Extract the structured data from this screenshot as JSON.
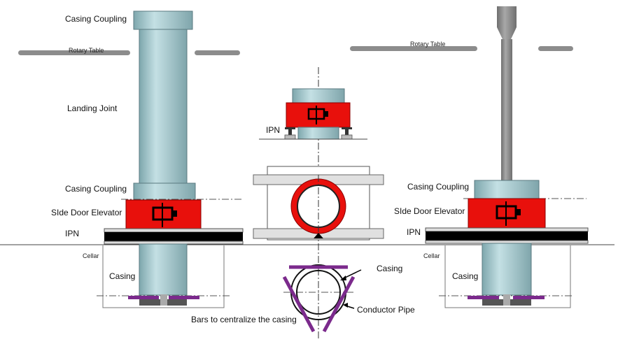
{
  "labels": {
    "casing_coupling_top": "Casing Coupling",
    "rotary_table_left": "Rotary Table",
    "rotary_table_right": "Rotary Table",
    "landing_joint": "Landing Joint",
    "casing_coupling_left": "Casing Coupling",
    "side_door_elevator_left": "SIde Door Elevator",
    "ipn_left": "IPN",
    "cellar_left": "Cellar",
    "casing_left": "Casing",
    "ipn_center": "IPN",
    "casing_center": "Casing",
    "conductor_pipe": "Conductor Pipe",
    "bars_center": "Bars to centralize the casing",
    "casing_coupling_right": "Casing Coupling",
    "side_door_elevator_right": "SIde Door Elevator",
    "ipn_right": "IPN",
    "cellar_right": "Cellar",
    "casing_right": "Casing"
  },
  "colors": {
    "pipe": "#9cc3c9",
    "elevator": "#e8100c",
    "beam": "#000000",
    "bar": "#7b2a8c",
    "rod": "#8a8a8a"
  }
}
